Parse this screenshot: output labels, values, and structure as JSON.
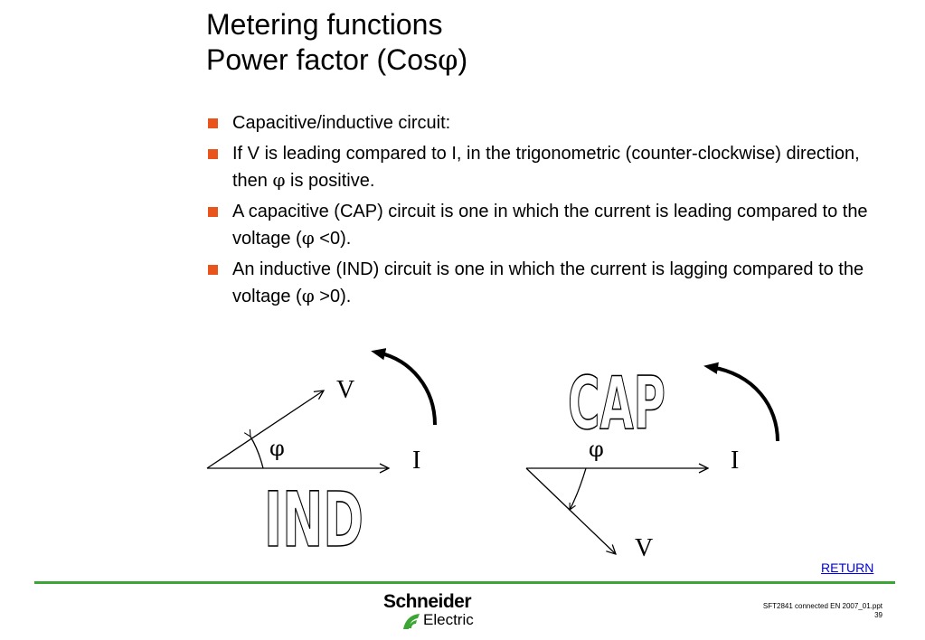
{
  "title": {
    "line1": "Metering functions",
    "line2_prefix": "Power factor (Cos",
    "line2_symbol": "φ",
    "line2_suffix": ")"
  },
  "bullets": [
    {
      "pre": "Capacitive/inductive circuit:",
      "sym": "",
      "post": ""
    },
    {
      "pre": "If V is leading compared to I, in the trigonometric (counter-clockwise) direction, then ",
      "sym": "φ",
      "post": " is positive."
    },
    {
      "pre": "A capacitive (CAP) circuit is one in which the current is leading compared to the voltage (",
      "sym": "φ",
      "post": " <0)."
    },
    {
      "pre": "An inductive (IND) circuit is one in which the current is lagging compared to the voltage (",
      "sym": "φ",
      "post": " >0)."
    }
  ],
  "diagram_ind": {
    "label_v": "V",
    "label_i": "I",
    "label_phi": "φ",
    "label_type": "IND"
  },
  "diagram_cap": {
    "label_v": "V",
    "label_i": "I",
    "label_phi": "φ",
    "label_type": "CAP"
  },
  "return_link": "RETURN",
  "logo": {
    "word1": "Schneider",
    "word2": "Electric"
  },
  "footer": {
    "filename": "SFT2841 connected EN 2007_01.ppt",
    "page": "39"
  },
  "colors": {
    "bullet": "#e8541c",
    "divider": "#3da535",
    "link": "#0000ee",
    "logo_green": "#3da535",
    "text": "#000000"
  }
}
